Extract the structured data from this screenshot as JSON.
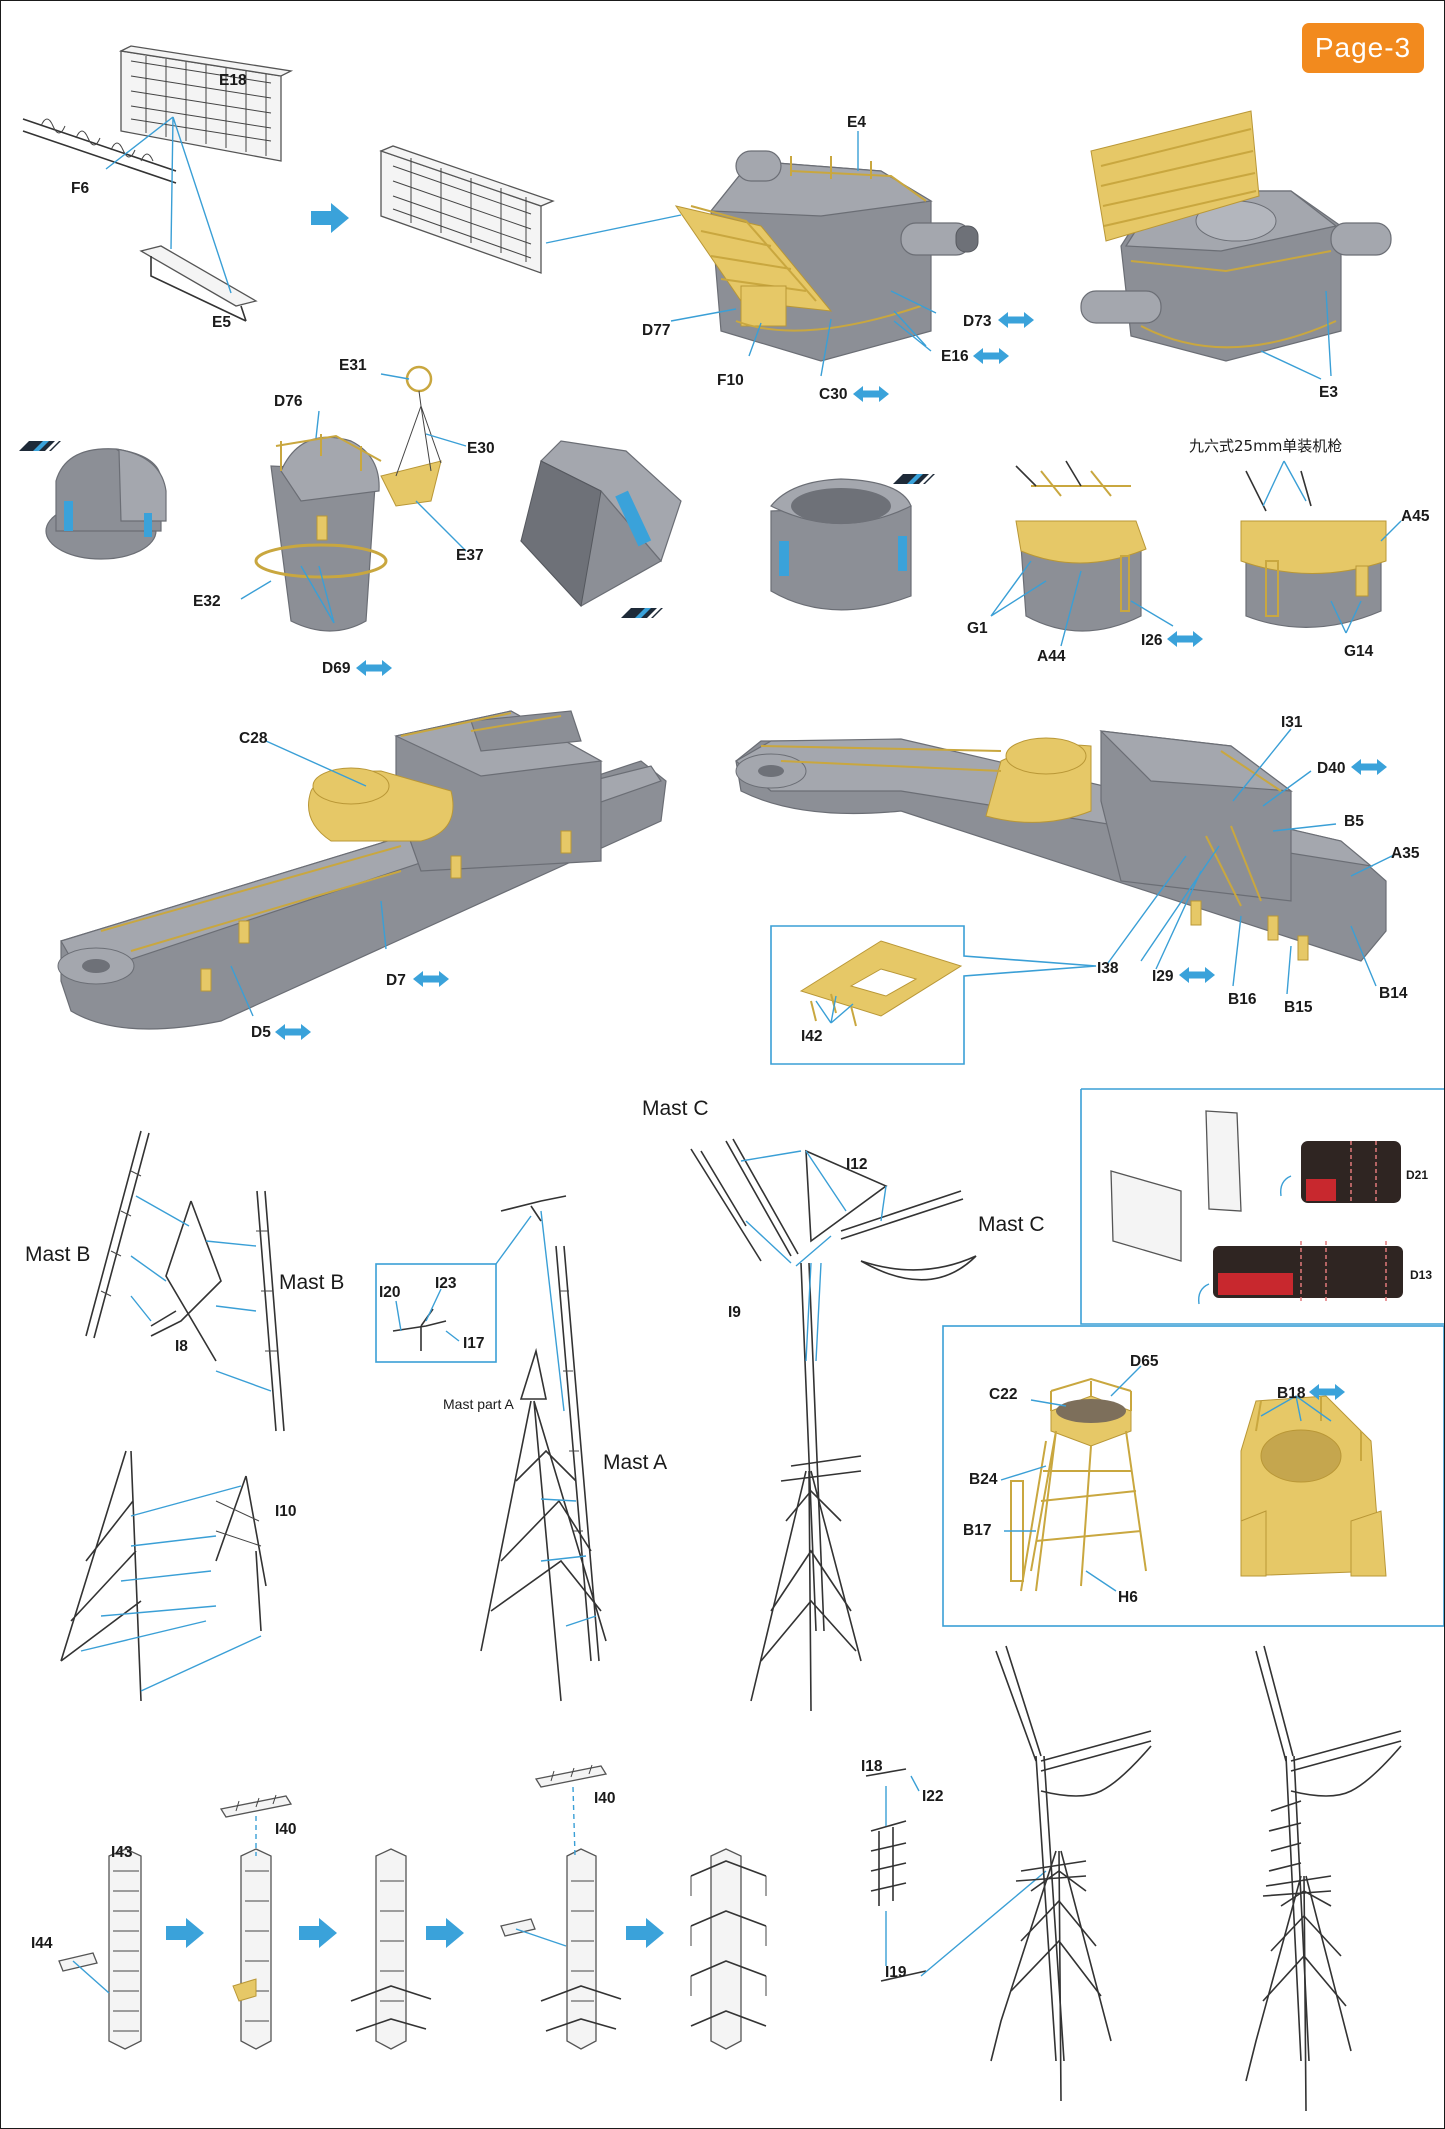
{
  "page_label": "Page-3",
  "part_labels": {
    "e18": "E18",
    "f6": "F6",
    "e5": "E5",
    "e4": "E4",
    "d77": "D77",
    "f10": "F10",
    "c30": "C30",
    "e16": "E16",
    "d73": "D73",
    "e3": "E3",
    "e31": "E31",
    "d76": "D76",
    "e30": "E30",
    "e37": "E37",
    "e32": "E32",
    "d69": "D69",
    "g1": "G1",
    "a44": "A44",
    "i26": "I26",
    "a45": "A45",
    "g14": "G14",
    "c28": "C28",
    "d7": "D7",
    "d5": "D5",
    "i31": "I31",
    "d40": "D40",
    "b5": "B5",
    "a35": "A35",
    "i38": "I38",
    "i42": "I42",
    "i29": "I29",
    "b16": "B16",
    "b15": "B15",
    "b14": "B14",
    "i8": "I8",
    "i10": "I10",
    "i20": "I20",
    "i23": "I23",
    "i17": "I17",
    "i12": "I12",
    "i9": "I9",
    "d21": "D21",
    "d13": "D13",
    "c22": "C22",
    "d65": "D65",
    "b18": "B18",
    "b24": "B24",
    "b17": "B17",
    "h6": "H6",
    "i43": "I43",
    "i44": "I44",
    "i40a": "I40",
    "i40b": "I40",
    "i18": "I18",
    "i22": "I22",
    "i19": "I19"
  },
  "text_labels": {
    "mast_b_left": "Mast B",
    "mast_b_right": "Mast B",
    "mast_c_top": "Mast C",
    "mast_c_right": "Mast C",
    "mast_a": "Mast A",
    "mast_part_a": "Mast part A",
    "gun_note": "九六式25mm单装机枪"
  },
  "colors": {
    "badge": "#f28a1e",
    "leader_lines": "#3a9fd6",
    "resin_grey": "#8c8f96",
    "brass_etch": "#e6c867",
    "decal_dark": "#2f2522",
    "decal_red": "#c8282e"
  },
  "icons": {
    "step_arrow": "right-arrow-icon",
    "both_sides": "double-arrow-icon",
    "cut_marker": "stripe-marker-icon",
    "fold_arrow": "curved-arrow-icon"
  }
}
